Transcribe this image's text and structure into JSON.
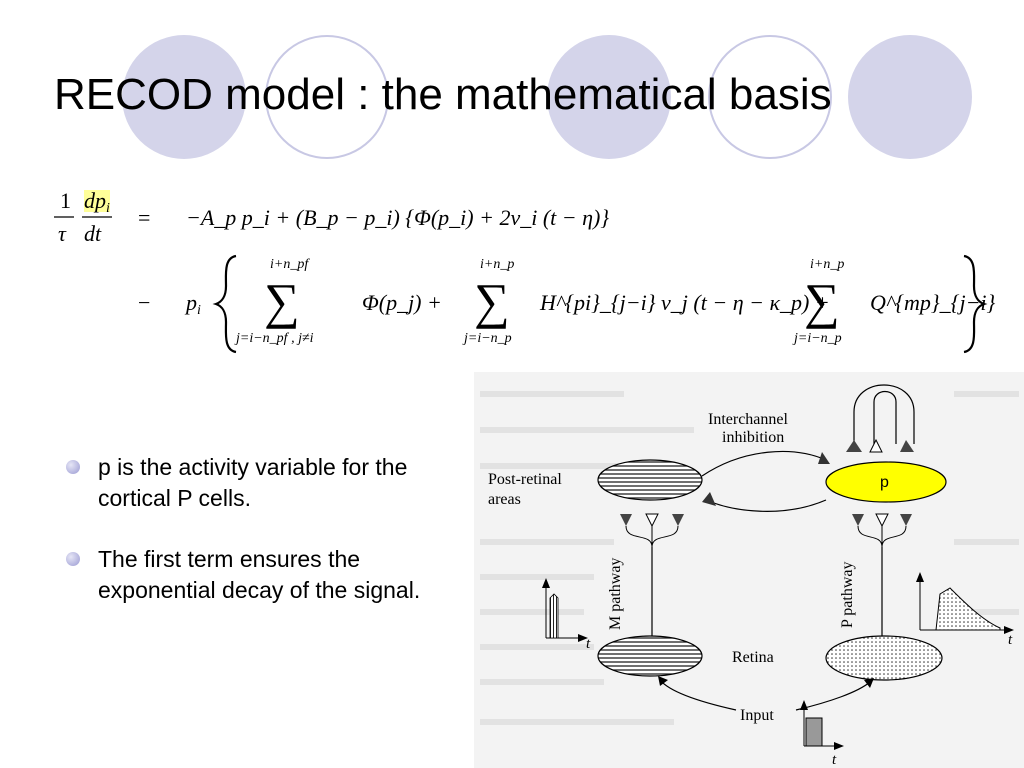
{
  "slide": {
    "title": "RECOD model : the mathematical basis",
    "background_color": "#ffffff",
    "decoration_color": "#d4d4ea"
  },
  "equation": {
    "lhs_frac1_num": "1",
    "lhs_frac1_den": "τ",
    "lhs_frac2_num_d": "d",
    "lhs_frac2_num_p": "p",
    "lhs_frac2_num_sub": "i",
    "lhs_frac2_den": "dt",
    "equals": "=",
    "line1_rhs": "−A_p p_i + (B_p − p_i) {Φ(p_i) + 2v_i (t − η)}",
    "line2_minus": "−",
    "highlight_color": "#ffff99",
    "sum1_upper": "i+n_pf",
    "sum1_lower": "j=i−n_pf , j≠i",
    "sum1_term": "Φ(p_j) +",
    "sum2_upper": "i+n_p",
    "sum2_lower": "j=i−n_p",
    "sum2_term": "H^{pi}_{j−i} v_j (t − η − κ_p) +",
    "sum3_upper": "i+n_p",
    "sum3_lower": "j=i−n_p",
    "sum3_term": "Q^{mp}_{j−i} m_j"
  },
  "bullets": [
    {
      "text": "p is the activity variable for the cortical P cells."
    },
    {
      "text": "The first term ensures the exponential decay of the signal."
    }
  ],
  "diagram": {
    "interchannel_line1": "Interchannel",
    "interchannel_line2": "inhibition",
    "post_retinal_line1": "Post-retinal",
    "post_retinal_line2": "areas",
    "p_node_label": "p",
    "p_node_color": "#ffff00",
    "m_pathway_label": "M pathway",
    "p_pathway_label": "P pathway",
    "retina_label": "Retina",
    "input_label": "Input",
    "t_axis_label": "t"
  }
}
